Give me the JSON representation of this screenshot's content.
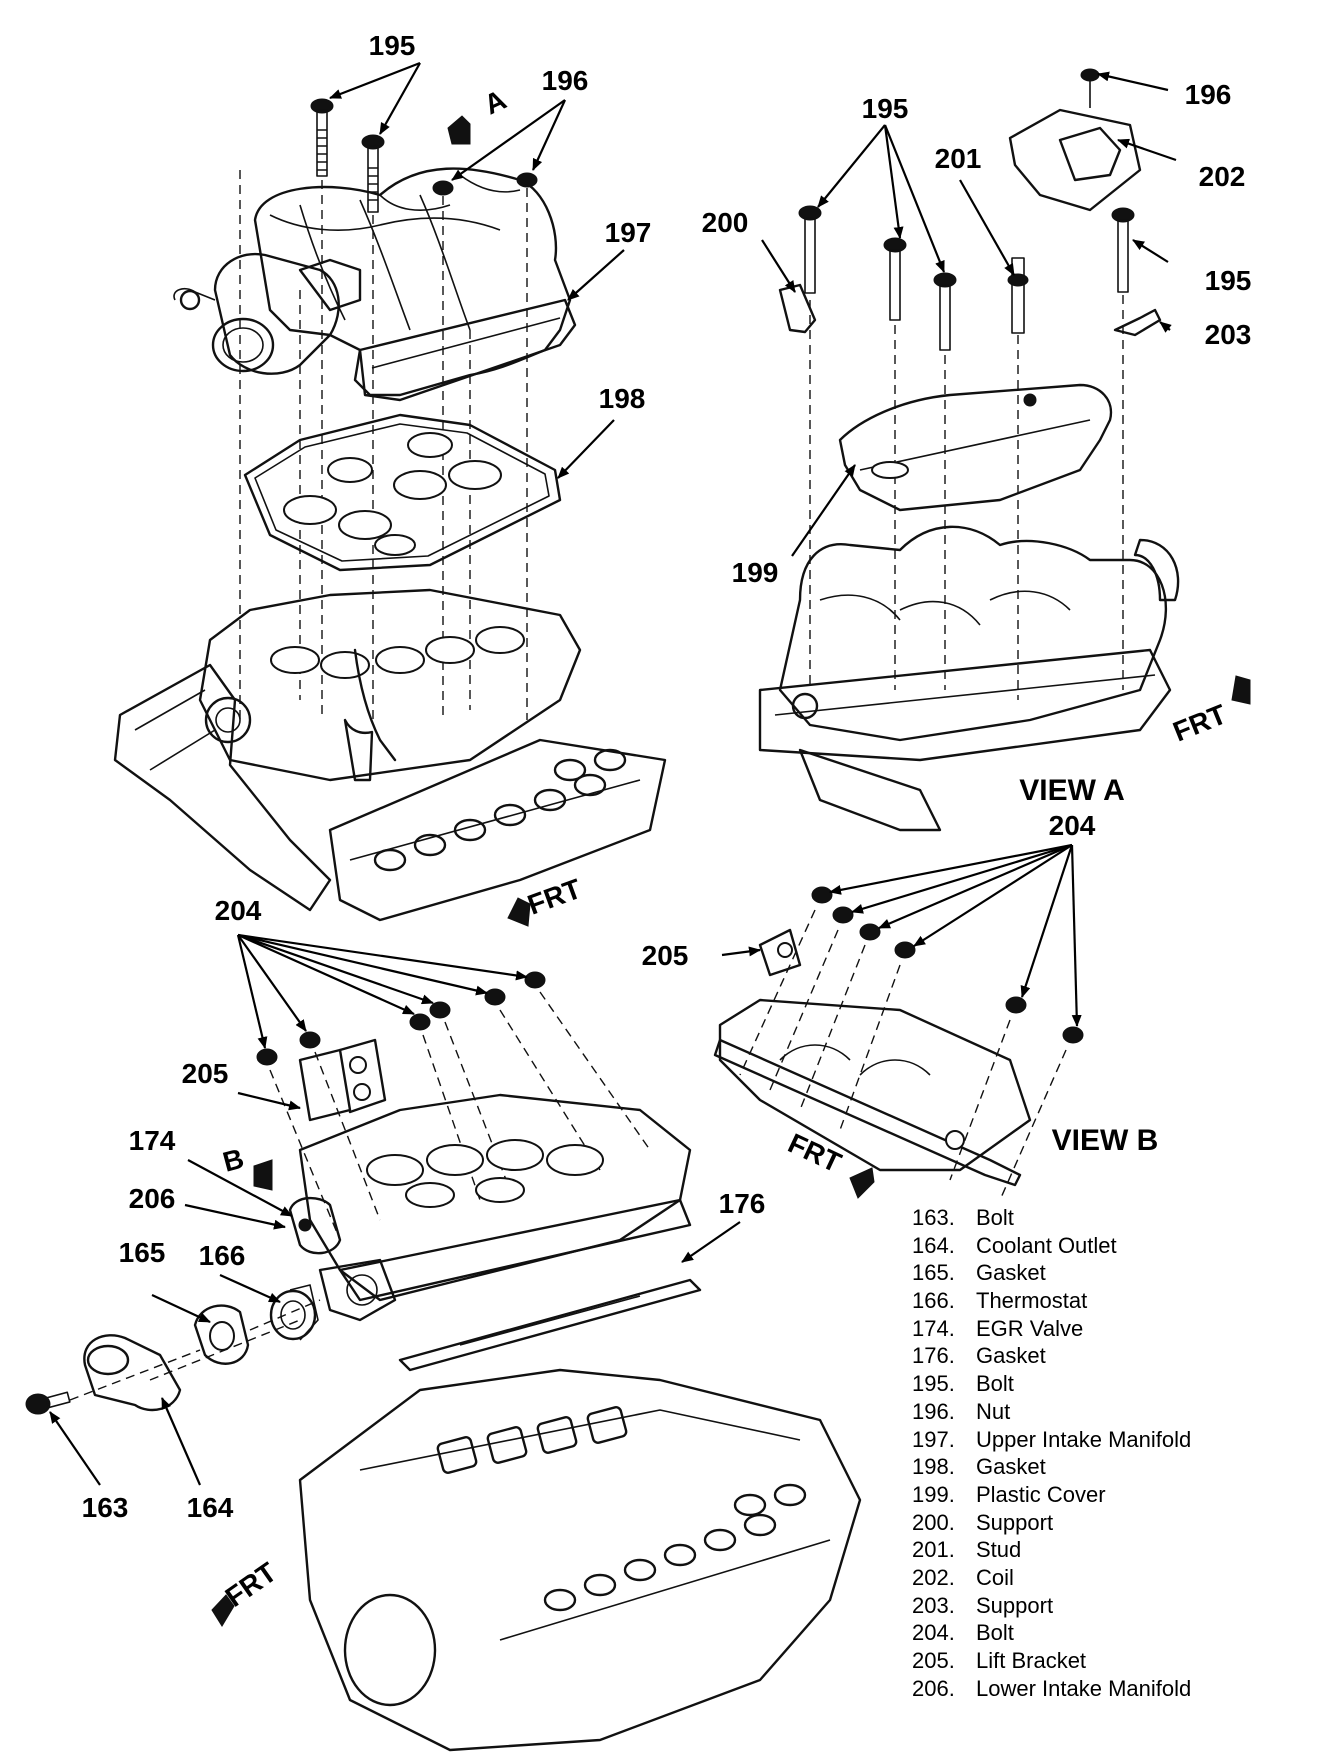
{
  "callouts": {
    "c195a": "195",
    "c196a": "196",
    "c197": "197",
    "c198": "198",
    "c195b": "195",
    "c196b": "196",
    "c201": "201",
    "c200": "200",
    "c202": "202",
    "c195c": "195",
    "c203": "203",
    "c199": "199",
    "c204a": "204",
    "c204b": "204",
    "c205a": "205",
    "c205b": "205",
    "c174": "174",
    "c206": "206",
    "c166": "166",
    "c165": "165",
    "c176": "176",
    "c163": "163",
    "c164": "164"
  },
  "view_letters": {
    "a": "A",
    "b": "B"
  },
  "view_titles": {
    "a": "VIEW A",
    "b": "VIEW B"
  },
  "frt": "FRT",
  "legend": [
    {
      "num": "163.",
      "label": "Bolt"
    },
    {
      "num": "164.",
      "label": "Coolant Outlet"
    },
    {
      "num": "165.",
      "label": "Gasket"
    },
    {
      "num": "166.",
      "label": "Thermostat"
    },
    {
      "num": "174.",
      "label": "EGR Valve"
    },
    {
      "num": "176.",
      "label": "Gasket"
    },
    {
      "num": "195.",
      "label": "Bolt"
    },
    {
      "num": "196.",
      "label": "Nut"
    },
    {
      "num": "197.",
      "label": "Upper Intake Manifold"
    },
    {
      "num": "198.",
      "label": "Gasket"
    },
    {
      "num": "199.",
      "label": "Plastic Cover"
    },
    {
      "num": "200.",
      "label": "Support"
    },
    {
      "num": "201.",
      "label": "Stud"
    },
    {
      "num": "202.",
      "label": "Coil"
    },
    {
      "num": "203.",
      "label": "Support"
    },
    {
      "num": "204.",
      "label": "Bolt"
    },
    {
      "num": "205.",
      "label": "Lift Bracket"
    },
    {
      "num": "206.",
      "label": "Lower Intake Manifold"
    }
  ]
}
